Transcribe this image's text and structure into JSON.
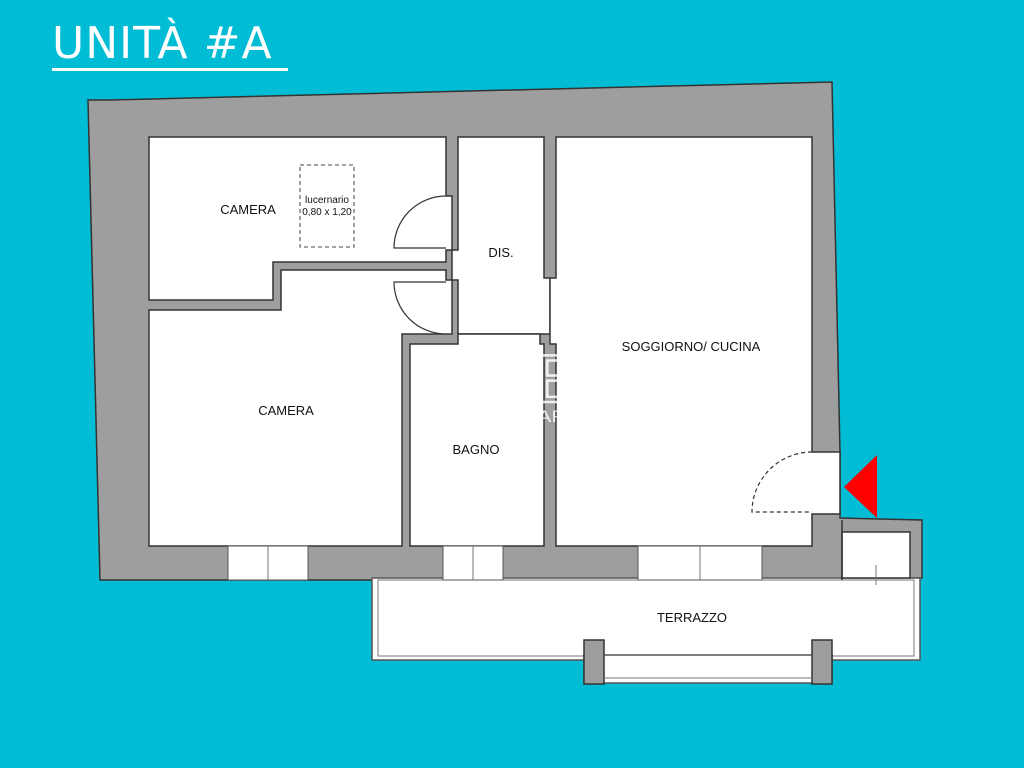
{
  "title": "UNITÀ #A",
  "rooms": {
    "camera_top": "CAMERA",
    "camera_bottom": "CAMERA",
    "dis": "DIS.",
    "soggiorno": "SOGGIORNO/ CUCINA",
    "bagno": "BAGNO",
    "terrazzo": "TERRAZZO"
  },
  "skylight": {
    "label": "lucernario",
    "size": "0,80 x 1,20"
  },
  "watermark": {
    "brand": "LCE",
    "sub": "IMMOBILIARE"
  },
  "colors": {
    "background": "#00bcd4",
    "walls": "#9e9e9e",
    "floor": "#ffffff",
    "entrance_marker": "#ff0000"
  },
  "icons": [
    "entrance-arrow-icon"
  ]
}
